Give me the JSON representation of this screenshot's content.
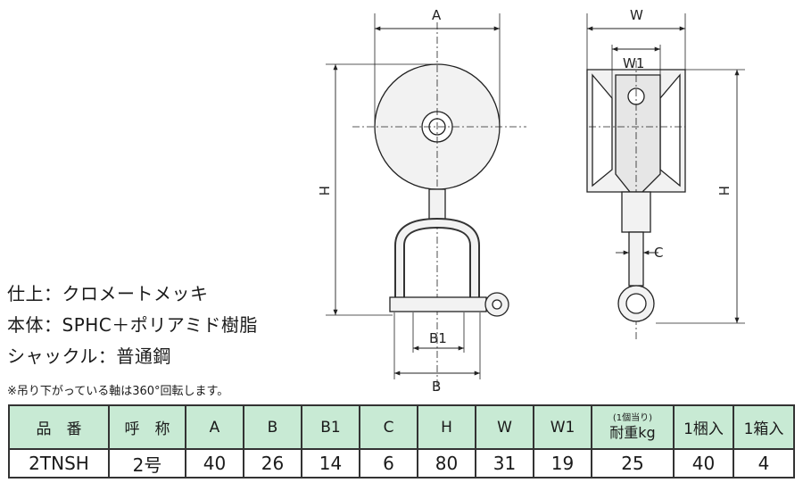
{
  "drawing": {
    "front_labels": {
      "A": "A",
      "H": "H",
      "B1": "B1",
      "B": "B"
    },
    "side_labels": {
      "W": "W",
      "W1": "W1",
      "H": "H",
      "C": "C"
    }
  },
  "specs": [
    "仕上：クロメートメッキ",
    "本体：SPHC＋ポリアミド樹脂",
    "シャックル：普通鋼"
  ],
  "note": "※吊り下がっている軸は360°回転します。",
  "table": {
    "headers": [
      "品　番",
      "呼　称",
      "A",
      "B",
      "B1",
      "C",
      "H",
      "W",
      "W1",
      "耐重kg",
      "1梱入",
      "1箱入"
    ],
    "weight_sub": "(1個当り)",
    "row": [
      "2TNSH",
      "2号",
      "40",
      "26",
      "14",
      "6",
      "80",
      "31",
      "19",
      "25",
      "40",
      "4"
    ]
  },
  "colors": {
    "header_bg": "#c8ead4",
    "line": "#333333"
  }
}
